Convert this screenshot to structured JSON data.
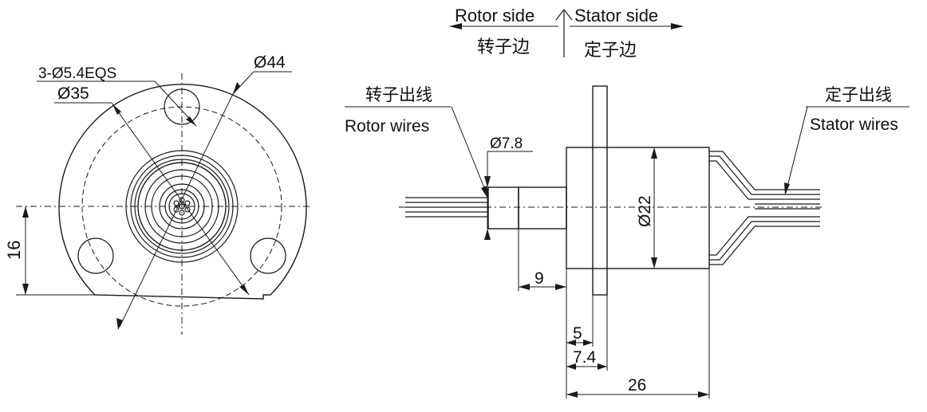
{
  "header": {
    "rotor_side": "Rotor side",
    "stator_side": "Stator side",
    "rotor_side_cn": "转子边",
    "stator_side_cn": "定子边"
  },
  "front_view": {
    "holes": "3-Ø5.4EQS",
    "d35": "Ø35",
    "d44": "Ø44",
    "height": "16"
  },
  "side_view": {
    "rotor_wires_cn": "转子出线",
    "rotor_wires": "Rotor wires",
    "stator_wires_cn": "定子出线",
    "stator_wires": "Stator wires",
    "d78": "Ø7.8",
    "d22": "Ø22",
    "dim_9": "9",
    "dim_5": "5",
    "dim_74": "7.4",
    "dim_26": "26"
  },
  "colors": {
    "line": "#1a1a1a",
    "background": "#ffffff"
  }
}
